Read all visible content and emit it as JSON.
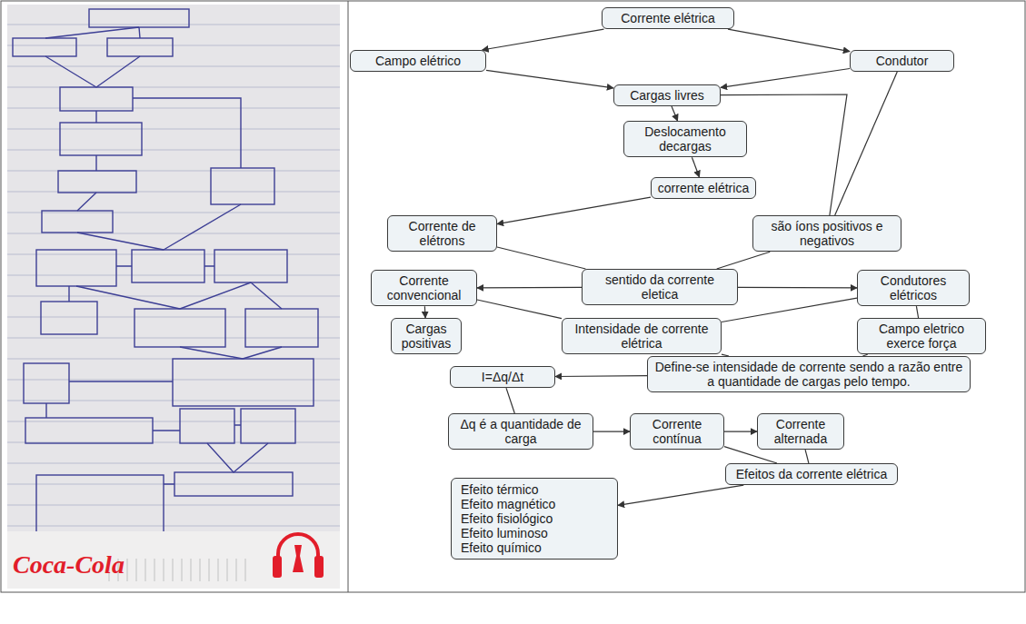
{
  "diagram": {
    "nodes": [
      {
        "text": [
          "Corrente elétrica"
        ]
      },
      {
        "text": [
          "Campo elétrico"
        ]
      },
      {
        "text": [
          "Condutor"
        ]
      },
      {
        "text": [
          "Cargas livres"
        ]
      },
      {
        "text": [
          "Deslocamento decargas"
        ]
      },
      {
        "text": [
          "corrente elétrica"
        ]
      },
      {
        "text": [
          "Corrente de elétrons"
        ]
      },
      {
        "text": [
          "são íons positivos e negativos"
        ]
      },
      {
        "text": [
          "sentido da corrente eletica"
        ]
      },
      {
        "text": [
          "Corrente convencional"
        ]
      },
      {
        "text": [
          "Condutores elétricos"
        ]
      },
      {
        "text": [
          "Cargas positivas"
        ]
      },
      {
        "text": [
          "Intensidade de corrente elétrica"
        ]
      },
      {
        "text": [
          "Campo eletrico exerce força"
        ]
      },
      {
        "text": [
          "Define-se intensidade de corrente sendo a razão entre a quantidade de cargas pelo tempo."
        ]
      },
      {
        "text": [
          "I=Δq/Δt"
        ]
      },
      {
        "text": [
          "Δq é a quantidade de carga"
        ]
      },
      {
        "text": [
          "Corrente contínua"
        ]
      },
      {
        "text": [
          "Corrente alternada"
        ]
      },
      {
        "text": [
          "Efeitos da corrente elétrica"
        ]
      },
      {
        "text": [
          "Efeito térmico",
          "Efeito magnético",
          "Efeito fisiológico",
          "Efeito luminoso",
          "Efeito químico"
        ]
      }
    ],
    "edges": [
      {
        "from": 0,
        "to": 1,
        "arrow": "to"
      },
      {
        "from": 0,
        "to": 2,
        "arrow": "to"
      },
      {
        "from": 1,
        "to": 3,
        "arrow": "to"
      },
      {
        "from": 2,
        "to": 3,
        "arrow": "to"
      },
      {
        "from": 3,
        "to": 4,
        "arrow": "to"
      },
      {
        "from": 4,
        "to": 5,
        "arrow": "to"
      },
      {
        "from": 5,
        "to": 6,
        "arrow": "to"
      },
      {
        "from": 3,
        "to": 7,
        "arrow": "none"
      },
      {
        "from": 2,
        "to": 7,
        "arrow": "none"
      },
      {
        "from": 6,
        "to": 8,
        "arrow": "none"
      },
      {
        "from": 7,
        "to": 8,
        "arrow": "none"
      },
      {
        "from": 8,
        "to": 9,
        "arrow": "to"
      },
      {
        "from": 8,
        "to": 10,
        "arrow": "to"
      },
      {
        "from": 9,
        "to": 11,
        "arrow": "to"
      },
      {
        "from": 9,
        "to": 12,
        "arrow": "none"
      },
      {
        "from": 10,
        "to": 12,
        "arrow": "none"
      },
      {
        "from": 10,
        "to": 13,
        "arrow": "none"
      },
      {
        "from": 12,
        "to": 14,
        "arrow": "none"
      },
      {
        "from": 13,
        "to": 14,
        "arrow": "none"
      },
      {
        "from": 14,
        "to": 15,
        "arrow": "to"
      },
      {
        "from": 15,
        "to": 16,
        "arrow": "none"
      },
      {
        "from": 16,
        "to": 17,
        "arrow": "to"
      },
      {
        "from": 17,
        "to": 18,
        "arrow": "to"
      },
      {
        "from": 17,
        "to": 19,
        "arrow": "none"
      },
      {
        "from": 18,
        "to": 19,
        "arrow": "none"
      },
      {
        "from": 19,
        "to": 20,
        "arrow": "to"
      }
    ],
    "labels": [
      "Coca-Cola"
    ]
  }
}
